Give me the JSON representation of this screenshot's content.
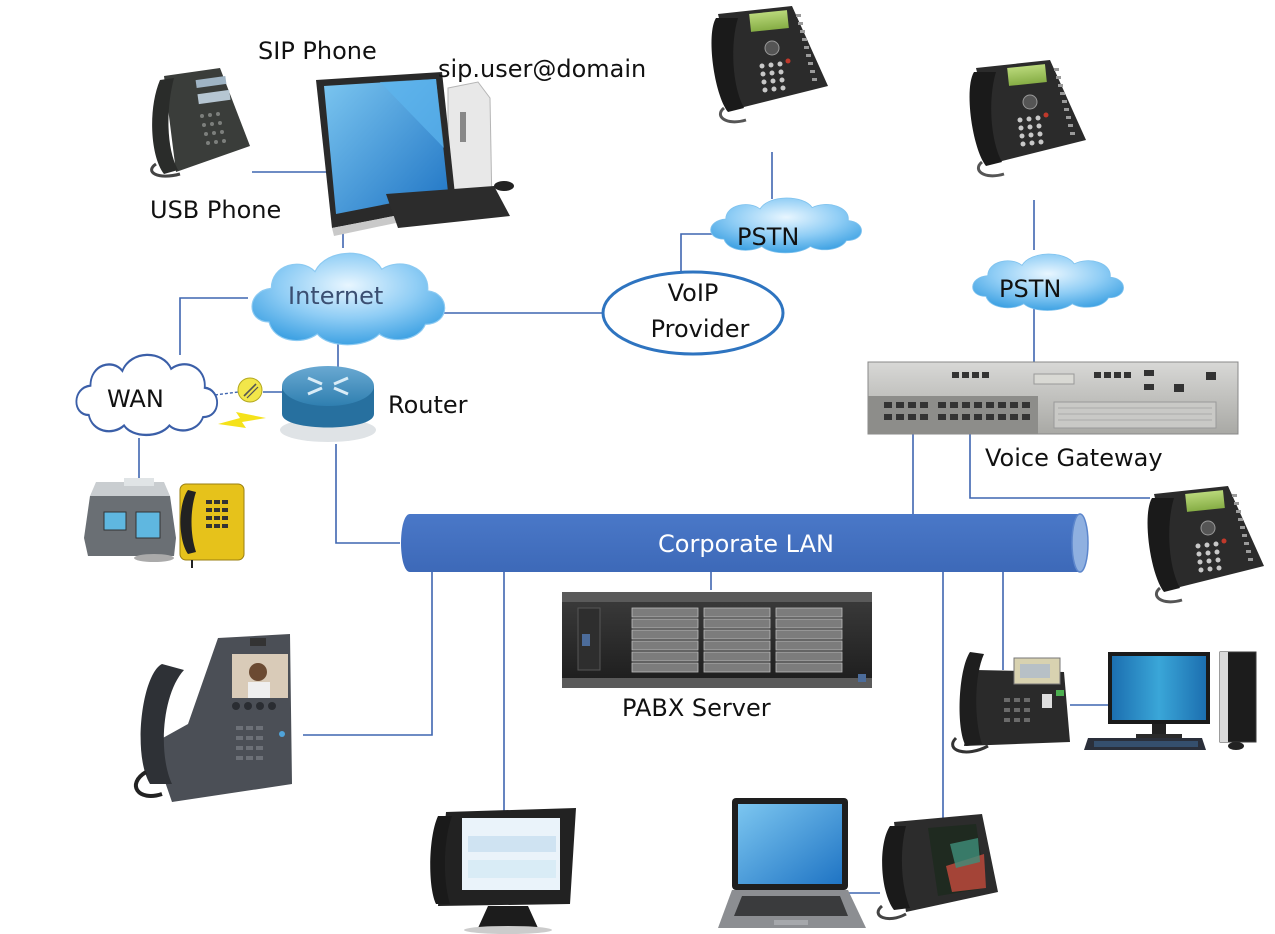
{
  "diagram": {
    "title": "VoIP / PBX Network Topology",
    "colors": {
      "connector": "#3f66b0",
      "lan_bus": "#4472c4",
      "cloud_blue": "#5fb3ea",
      "router": "#2f7fb0",
      "lightning": "#f5e21a"
    },
    "labels": {
      "sip_phone": "SIP Phone",
      "sip_uri": "sip.user@domain",
      "usb_phone": "USB Phone",
      "internet": "Internet",
      "wan": "WAN",
      "router": "Router",
      "voip_provider_line1": "VoIP",
      "voip_provider_line2": "Provider",
      "pstn_left": "PSTN",
      "pstn_right": "PSTN",
      "voice_gateway": "Voice Gateway",
      "corporate_lan": "Corporate LAN",
      "pabx_server": "PABX Server"
    },
    "nodes": [
      {
        "id": "usb-phone",
        "type": "desk-phone",
        "label": "USB Phone"
      },
      {
        "id": "sip-pc",
        "type": "desktop-computer",
        "label": "SIP Phone"
      },
      {
        "id": "internet",
        "type": "cloud",
        "label": "Internet"
      },
      {
        "id": "wan",
        "type": "cloud-outline",
        "label": "WAN"
      },
      {
        "id": "router",
        "type": "router",
        "label": "Router"
      },
      {
        "id": "branch-office",
        "type": "building"
      },
      {
        "id": "industrial-phone",
        "type": "yellow-phone"
      },
      {
        "id": "voip-provider",
        "type": "ellipse",
        "label": "VoIP Provider"
      },
      {
        "id": "pstn-left",
        "type": "cloud",
        "label": "PSTN"
      },
      {
        "id": "pstn-right",
        "type": "cloud",
        "label": "PSTN"
      },
      {
        "id": "pstn-phone-left",
        "type": "desk-phone"
      },
      {
        "id": "pstn-phone-right",
        "type": "desk-phone"
      },
      {
        "id": "voice-gateway",
        "type": "rack-device",
        "label": "Voice Gateway"
      },
      {
        "id": "analog-phone",
        "type": "desk-phone"
      },
      {
        "id": "corporate-lan",
        "type": "bus",
        "label": "Corporate LAN"
      },
      {
        "id": "pabx-server",
        "type": "rack-server",
        "label": "PABX Server"
      },
      {
        "id": "video-phone",
        "type": "video-phone"
      },
      {
        "id": "touch-phone",
        "type": "touchscreen-phone"
      },
      {
        "id": "laptop",
        "type": "laptop"
      },
      {
        "id": "android-phone",
        "type": "touchscreen-phone"
      },
      {
        "id": "ip-phone",
        "type": "desk-phone"
      },
      {
        "id": "office-pc",
        "type": "desktop-computer"
      }
    ]
  }
}
